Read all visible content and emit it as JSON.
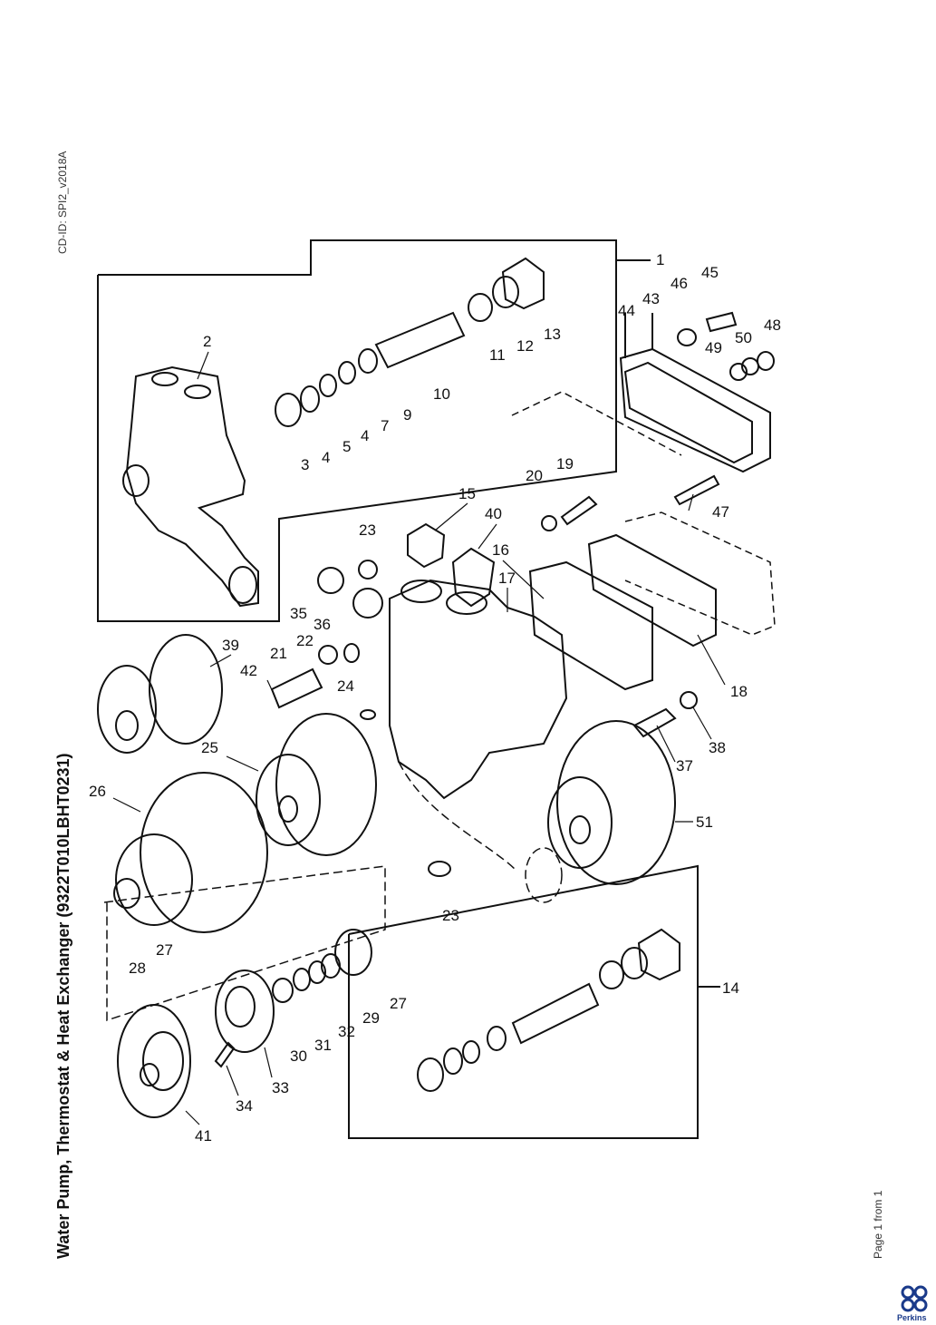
{
  "title": "Water Pump, Thermostat & Heat Exchanger (9322T010LBHT0231)",
  "cd_id": "CD-ID: SPI2_v2018A",
  "page": "Page 1 from 1",
  "brand": "Perkins",
  "callouts": [
    "1",
    "2",
    "3",
    "4",
    "5",
    "4",
    "7",
    "9",
    "10",
    "11",
    "12",
    "13",
    "14",
    "15",
    "16",
    "17",
    "18",
    "19",
    "20",
    "21",
    "22",
    "23",
    "23",
    "24",
    "25",
    "26",
    "27",
    "27",
    "28",
    "29",
    "30",
    "31",
    "32",
    "33",
    "34",
    "35",
    "36",
    "37",
    "38",
    "39",
    "40",
    "41",
    "42",
    "43",
    "44",
    "45",
    "46",
    "47",
    "48",
    "49",
    "50",
    "51"
  ]
}
